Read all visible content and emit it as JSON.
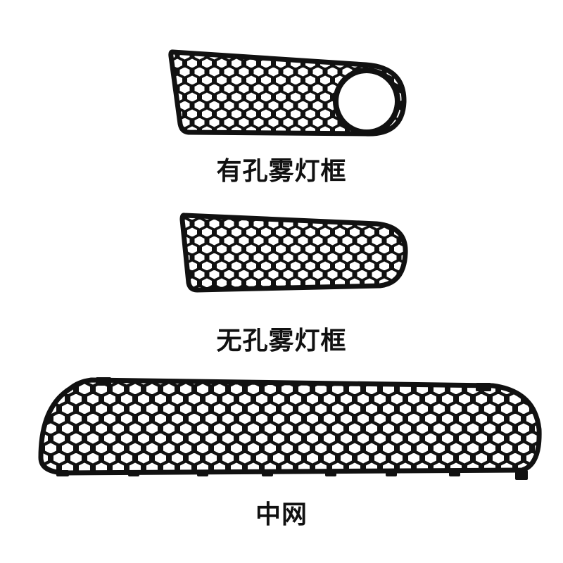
{
  "labels": {
    "fog_light_frame_with_hole": "有孔雾灯框",
    "fog_light_frame_without_hole": "无孔雾灯框",
    "center_grille": "中网"
  },
  "colors": {
    "background": "#ffffff",
    "plastic": "#111111",
    "mesh_gap": "#ffffff"
  }
}
